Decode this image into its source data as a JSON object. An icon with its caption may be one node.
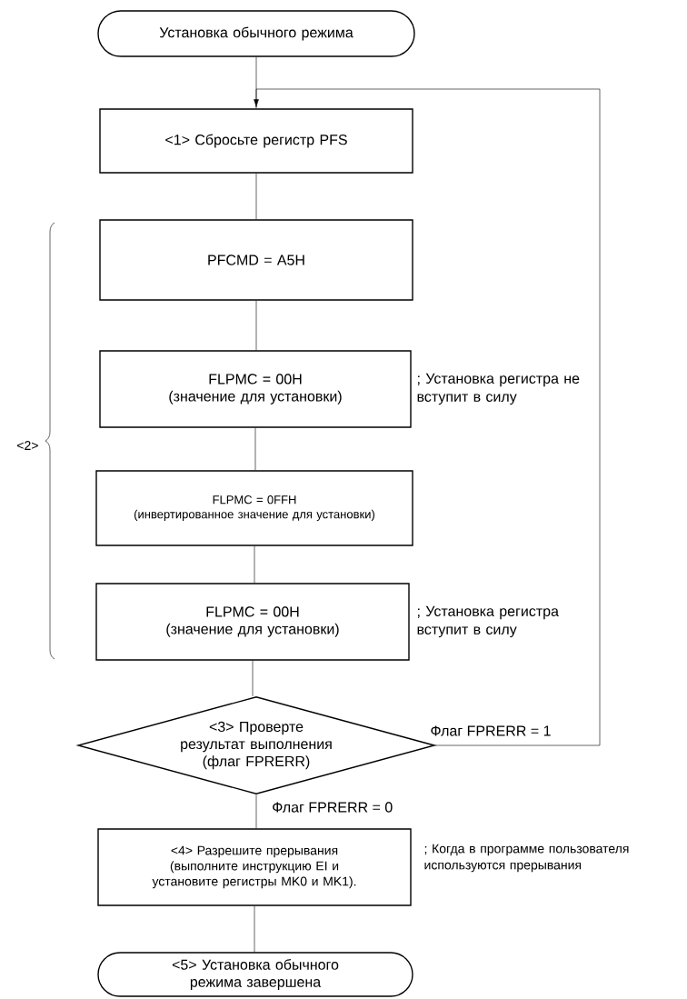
{
  "diagram": {
    "nodes": [
      {
        "text": [
          "Установка обычного режима"
        ]
      },
      {
        "text": [
          "<1> Сбросьте регистр PFS"
        ]
      },
      {
        "text": [
          "PFCMD = A5H"
        ]
      },
      {
        "text": [
          "FLPMC = 00H",
          "(значение для установки)"
        ],
        "beside": [
          "; Установка регистра не вступит в силу"
        ]
      },
      {
        "text": [
          "FLPMC = 0FFH",
          "(инвертированное значение для установки)"
        ]
      },
      {
        "text": [
          "FLPMC = 00H",
          "(значение для установки)"
        ],
        "beside": [
          "; Установка регистра вступит в силу"
        ]
      },
      {
        "text": [
          "<3> Проверте результат выполнения (флаг FPRERR)"
        ]
      },
      {
        "text": [
          "<4> Разрешите прерывания (выполните инструкцию EI и установите регистры MK0 и MK1)."
        ],
        "beside": [
          "; Когда в программе пользователя используются прерывания"
        ]
      },
      {
        "text": [
          "<5> Установка обычного режима завершена"
        ]
      }
    ],
    "edges": [
      {
        "from": 0,
        "to": 1,
        "arrow": "none"
      },
      {
        "from": 1,
        "to": 2,
        "arrow": "none"
      },
      {
        "from": 2,
        "to": 3,
        "arrow": "none"
      },
      {
        "from": 3,
        "to": 4,
        "arrow": "none"
      },
      {
        "from": 4,
        "to": 5,
        "arrow": "none"
      },
      {
        "from": 5,
        "to": 6,
        "arrow": "none"
      },
      {
        "from": 6,
        "to": 1,
        "arrow": "to",
        "label": "Флаг FPRERR = 1"
      },
      {
        "from": 6,
        "to": 7,
        "arrow": "none",
        "label": "Флаг FPRERR = 0"
      },
      {
        "from": 7,
        "to": 8,
        "arrow": "none"
      }
    ],
    "labels": [
      "<2>"
    ]
  }
}
